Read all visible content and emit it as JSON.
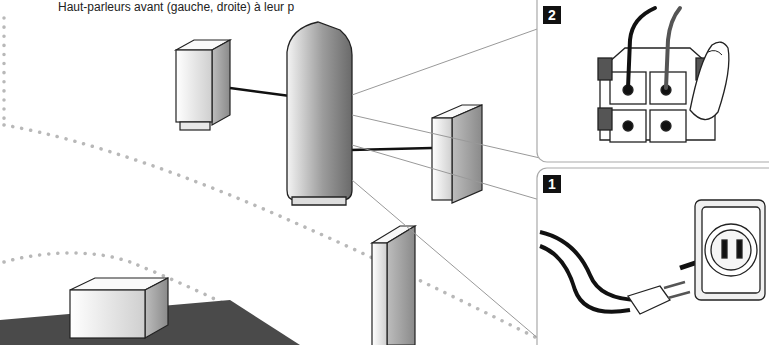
{
  "diagram": {
    "nodes": [
      {
        "text": [
          "2"
        ]
      },
      {
        "text": [
          "1"
        ]
      }
    ],
    "labels": [
      "Haut-parleurs avant (gauche, droite) à leur p"
    ]
  }
}
